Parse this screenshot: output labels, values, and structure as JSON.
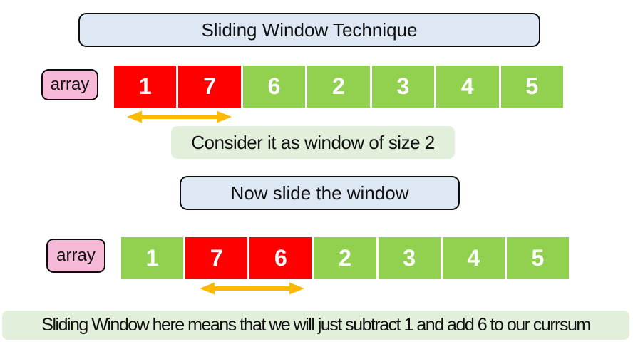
{
  "titles": [
    "Sliding Window Technique",
    "Now slide the window"
  ],
  "arrays": [
    {
      "label": "array",
      "cells": [
        {
          "value": "1",
          "state": "in"
        },
        {
          "value": "7",
          "state": "in"
        },
        {
          "value": "6",
          "state": "out"
        },
        {
          "value": "2",
          "state": "out"
        },
        {
          "value": "3",
          "state": "out"
        },
        {
          "value": "4",
          "state": "out"
        },
        {
          "value": "5",
          "state": "out"
        }
      ]
    },
    {
      "label": "array",
      "cells": [
        {
          "value": "1",
          "state": "out"
        },
        {
          "value": "7",
          "state": "in"
        },
        {
          "value": "6",
          "state": "in"
        },
        {
          "value": "2",
          "state": "out"
        },
        {
          "value": "3",
          "state": "out"
        },
        {
          "value": "4",
          "state": "out"
        },
        {
          "value": "5",
          "state": "out"
        }
      ]
    }
  ],
  "note": "Consider it as window of size 2",
  "footer": "Sliding Window here means that we will just subtract 1 and add 6 to our currsum",
  "colors": {
    "window_cell": "#fe0000",
    "normal_cell": "#92d050",
    "array_label_bg": "#f6b9d8",
    "title_bg": "#dde8f4",
    "note_bg": "#e2efda",
    "arrow": "#ffb900"
  }
}
